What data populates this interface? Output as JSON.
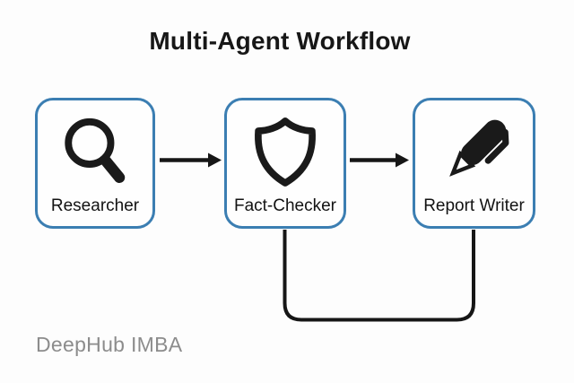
{
  "title": "Multi-Agent Workflow",
  "watermark": "DeepHub IMBA",
  "colors": {
    "background": "#fdfdfd",
    "node_border": "#3b7eb2",
    "node_fill": "#fefefe",
    "line": "#161616",
    "title_text": "#171717",
    "label_text": "#131313",
    "watermark_text": "#8c8c8c"
  },
  "nodes": [
    {
      "id": "researcher",
      "label": "Researcher",
      "icon": "magnifier-icon"
    },
    {
      "id": "fact-checker",
      "label": "Fact-Checker",
      "icon": "shield-icon"
    },
    {
      "id": "report-writer",
      "label": "Report Writer",
      "icon": "pen-icon"
    }
  ],
  "connections": [
    {
      "from": "researcher",
      "to": "fact-checker",
      "type": "arrow"
    },
    {
      "from": "fact-checker",
      "to": "report-writer",
      "type": "arrow"
    },
    {
      "from": "report-writer",
      "to": "fact-checker",
      "type": "feedback-loop"
    }
  ]
}
